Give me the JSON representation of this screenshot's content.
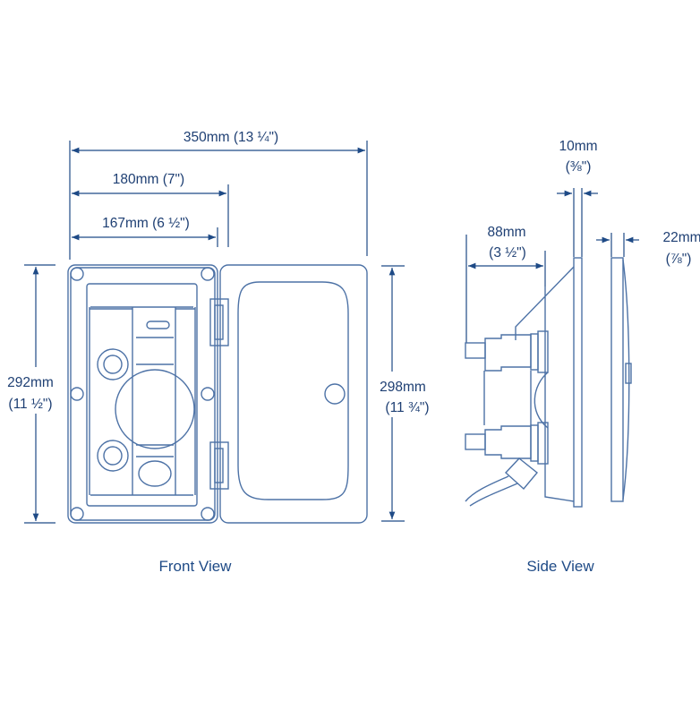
{
  "dimensions": {
    "overall_width": "350mm (13 ¼\")",
    "hinge_width": "180mm (7\")",
    "cutout_width": "167mm (6 ½\")",
    "height_left_mm": "292mm",
    "height_left_in": "(11 ½\")",
    "height_right_mm": "298mm",
    "height_right_in": "(11 ¾\")",
    "flange_mm": "10mm",
    "flange_in": "(⅜\")",
    "depth_mm": "88mm",
    "depth_in": "(3 ½\")",
    "door_mm": "22mm",
    "door_in": "(⅞\")"
  },
  "captions": {
    "front": "Front View",
    "side": "Side View"
  },
  "colors": {
    "line": "#4d72a6",
    "text": "#1e3f73"
  }
}
